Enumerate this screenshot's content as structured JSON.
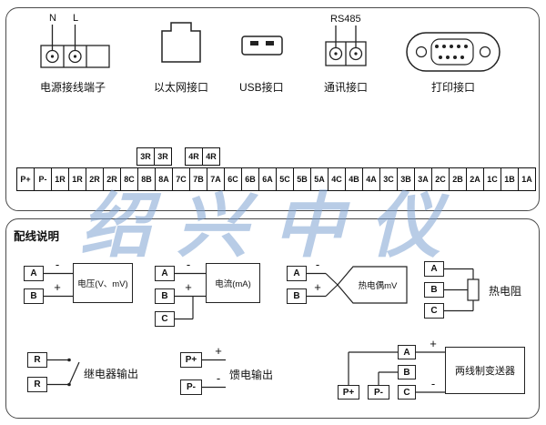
{
  "watermark": "绍兴中仪",
  "ports": {
    "power": {
      "label": "电源接线端子",
      "n": "N",
      "l": "L"
    },
    "ethernet": {
      "label": "以太网接口"
    },
    "usb": {
      "label": "USB接口"
    },
    "comm": {
      "label": "通讯接口",
      "protocol": "RS485"
    },
    "printer": {
      "label": "打印接口"
    }
  },
  "terminals": {
    "top_left": [
      "3R",
      "3R"
    ],
    "top_right": [
      "4R",
      "4R"
    ],
    "main": [
      "P+",
      "P-",
      "1R",
      "1R",
      "2R",
      "2R",
      "8C",
      "8B",
      "8A",
      "7C",
      "7B",
      "7A",
      "6C",
      "6B",
      "6A",
      "5C",
      "5B",
      "5A",
      "4C",
      "4B",
      "4A",
      "3C",
      "3B",
      "3A",
      "2C",
      "2B",
      "2A",
      "1C",
      "1B",
      "1A"
    ]
  },
  "wiring": {
    "title": "配线说明",
    "voltage": {
      "label": "电压(V、mV)",
      "t1": "A",
      "t2": "B",
      "minus": "-",
      "plus": "+"
    },
    "current": {
      "label": "电流(mA)",
      "t1": "A",
      "t2": "B",
      "t3": "C",
      "minus": "-",
      "plus": "+"
    },
    "thermocouple": {
      "label": "热电偶mV",
      "t1": "A",
      "t2": "B",
      "minus": "-",
      "plus": "+"
    },
    "rtd": {
      "label": "热电阻",
      "t1": "A",
      "t2": "B",
      "t3": "C"
    },
    "relay": {
      "label": "继电器输出",
      "t1": "R",
      "t2": "R"
    },
    "feed": {
      "label": "馈电输出",
      "t1": "P+",
      "t2": "P-",
      "plus": "+",
      "minus": "-"
    },
    "transmitter": {
      "label": "两线制变送器",
      "t1": "P+",
      "t2": "P-",
      "t3": "A",
      "t4": "B",
      "t5": "C",
      "plus": "+",
      "minus": "-"
    }
  }
}
